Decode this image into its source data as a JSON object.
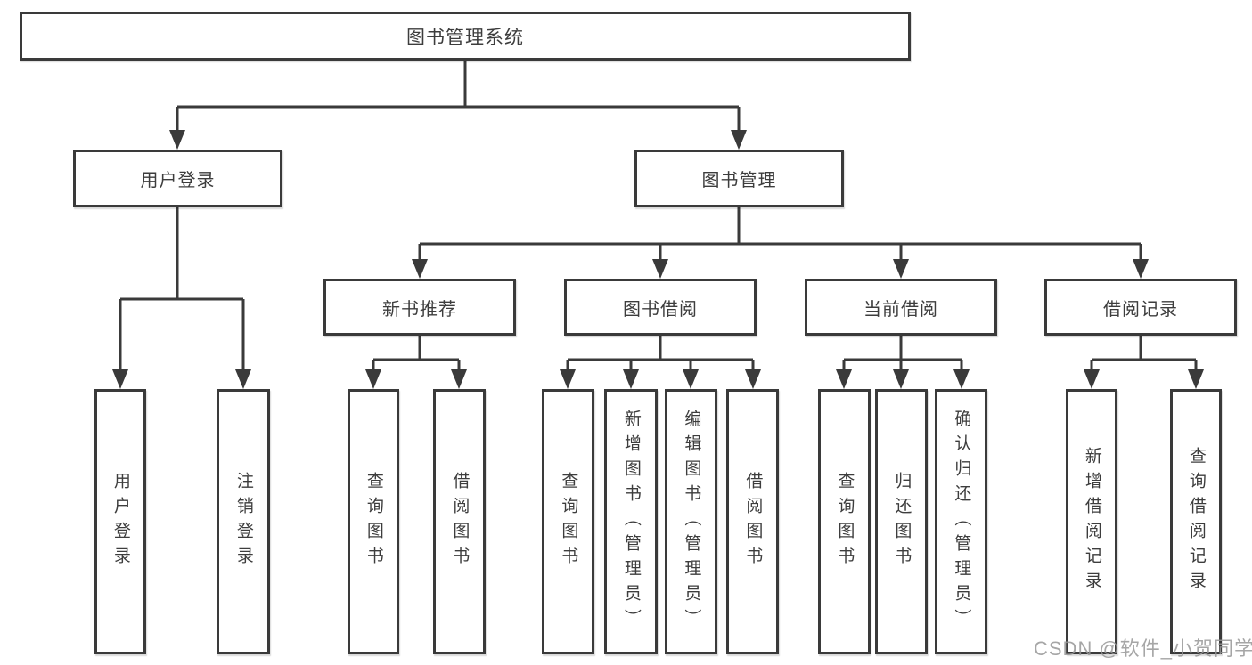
{
  "tree": {
    "root": {
      "label": "图书管理系统",
      "children": [
        {
          "label": "用户登录",
          "children": [
            {
              "label": "用户登录"
            },
            {
              "label": "注销登录"
            }
          ]
        },
        {
          "label": "图书管理",
          "children": [
            {
              "label": "新书推荐",
              "children": [
                {
                  "label": "查询图书"
                },
                {
                  "label": "借阅图书"
                }
              ]
            },
            {
              "label": "图书借阅",
              "children": [
                {
                  "label": "查询图书"
                },
                {
                  "label": "新增图书（管理员）"
                },
                {
                  "label": "编辑图书（管理员）"
                },
                {
                  "label": "借阅图书"
                }
              ]
            },
            {
              "label": "当前借阅",
              "children": [
                {
                  "label": "查询图书"
                },
                {
                  "label": "归还图书"
                },
                {
                  "label": "确认归还（管理员）"
                }
              ]
            },
            {
              "label": "借阅记录",
              "children": [
                {
                  "label": "新增借阅记录"
                },
                {
                  "label": "查询借阅记录"
                }
              ]
            }
          ]
        }
      ]
    }
  },
  "watermark": "CSDN @软件_小贺同学",
  "colors": {
    "line": "#3a3a3a",
    "text": "#3d3d3d",
    "background": "#ffffff",
    "watermark": "#969696"
  }
}
